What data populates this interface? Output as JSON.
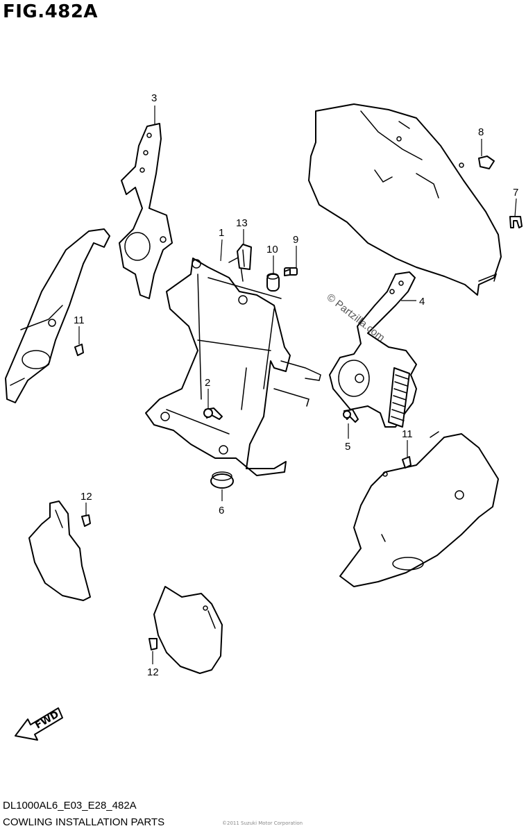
{
  "figure": {
    "title": "FIG.482A",
    "code": "DL1000AL6_E03_E28_482A",
    "name": "COWLING INSTALLATION PARTS",
    "fine_print": "©2011 Suzuki Motor Corporation"
  },
  "watermark": "© Partzilla.com",
  "fwd_label": "FWD",
  "callouts": {
    "c1": "1",
    "c2": "2",
    "c3": "3",
    "c4": "4",
    "c5": "5",
    "c6": "6",
    "c7": "7",
    "c8": "8",
    "c9": "9",
    "c10": "10",
    "c11a": "11",
    "c11b": "11",
    "c12a": "12",
    "c12b": "12",
    "c13": "13"
  }
}
